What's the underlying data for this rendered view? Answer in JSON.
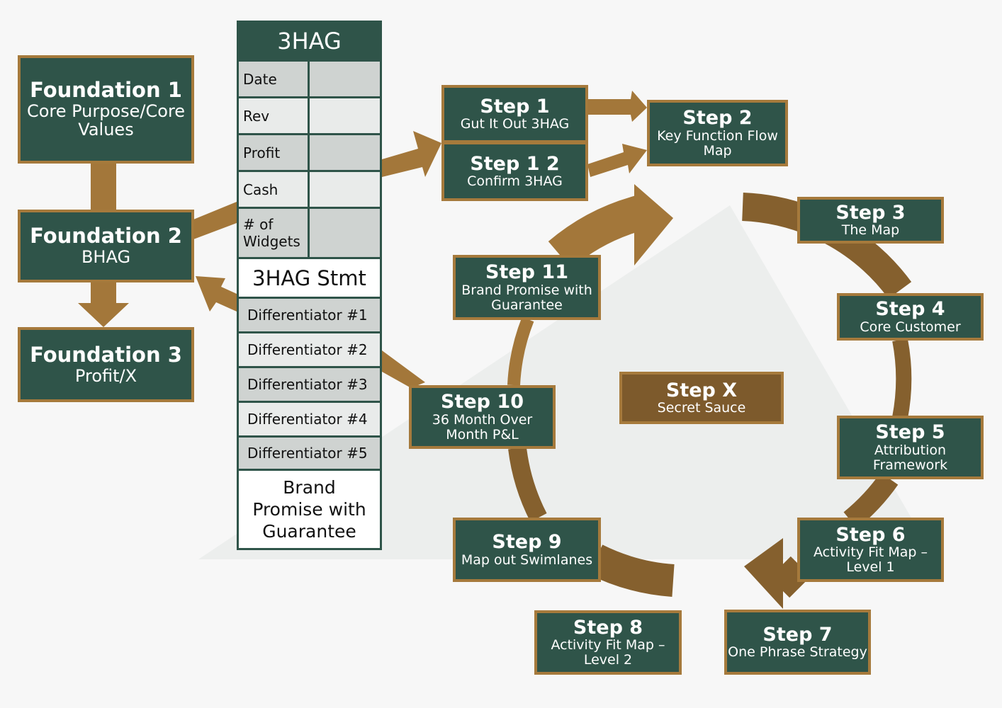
{
  "foundations": [
    {
      "title": "Foundation 1",
      "sub": "Core Purpose/Core Values"
    },
    {
      "title": "Foundation 2",
      "sub": "BHAG"
    },
    {
      "title": "Foundation 3",
      "sub": "Profit/X"
    }
  ],
  "table": {
    "title": "3HAG",
    "rows": [
      "Date",
      "Rev",
      "Profit",
      "Cash",
      "# of Widgets"
    ],
    "statement": "3HAG Stmt",
    "differentiators": [
      "Differentiator #1",
      "Differentiator #2",
      "Differentiator #3",
      "Differentiator #4",
      "Differentiator #5"
    ],
    "footer": "Brand Promise with Guarantee"
  },
  "steps": [
    {
      "title": "Step 1",
      "sub": "Gut It Out 3HAG"
    },
    {
      "title": "Step 1 2",
      "sub": "Confirm 3HAG"
    },
    {
      "title": "Step 2",
      "sub": "Key Function Flow Map"
    },
    {
      "title": "Step 3",
      "sub": "The Map"
    },
    {
      "title": "Step 4",
      "sub": "Core Customer"
    },
    {
      "title": "Step 5",
      "sub": "Attribution Framework"
    },
    {
      "title": "Step 6",
      "sub": "Activity Fit Map – Level 1"
    },
    {
      "title": "Step 7",
      "sub": "One Phrase Strategy"
    },
    {
      "title": "Step 8",
      "sub": "Activity Fit Map – Level 2"
    },
    {
      "title": "Step 9",
      "sub": "Map out Swimlanes"
    },
    {
      "title": "Step 10",
      "sub": "36 Month Over Month P&L"
    },
    {
      "title": "Step 11",
      "sub": "Brand Promise with Guarantee"
    },
    {
      "title": "Step X",
      "sub": "Secret Sauce"
    }
  ],
  "colors": {
    "box": "#2f5449",
    "arrow": "#a3773a",
    "border": "#a67a3c"
  }
}
